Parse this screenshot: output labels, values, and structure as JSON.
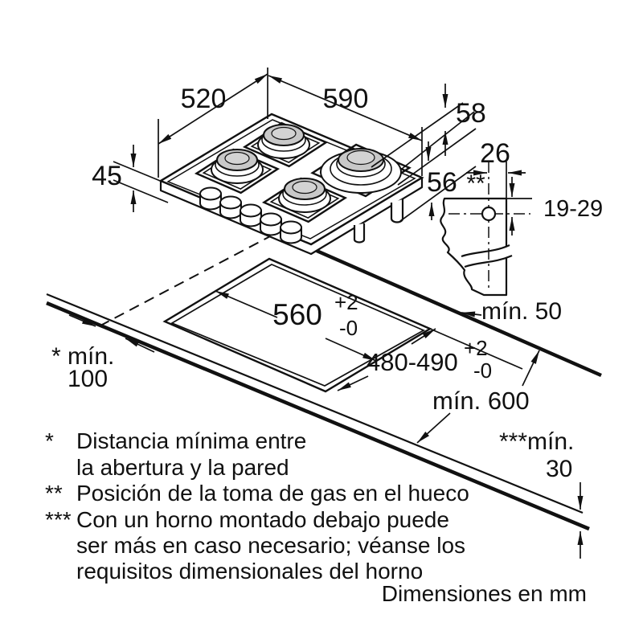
{
  "diagram": {
    "title_hidden": "",
    "hob_dims": {
      "depth": "520",
      "width": "590",
      "height_with_supports": "58",
      "body_height": "45",
      "depth_below_worktop": "56"
    },
    "gas_connection": {
      "marker": "**",
      "offset_from_edge": "26",
      "vertical_range": "19-29"
    },
    "cutout": {
      "width": "560",
      "width_tol_plus": "+2",
      "width_tol_minus": "-0",
      "depth": "480-490",
      "depth_tol_plus": "+2",
      "depth_tol_minus": "-0",
      "rear_clearance": "mín. 50",
      "side_clearance_label": "* mín.",
      "side_clearance_value": "100",
      "worktop_depth": "mín. 600",
      "worktop_thickness_label": "***mín.",
      "worktop_thickness_value": "30"
    },
    "footnotes": [
      {
        "marker": "*",
        "lines": [
          "Distancia mínima entre",
          "la abertura y la pared"
        ]
      },
      {
        "marker": "**",
        "lines": [
          "Posición de la toma de gas en el hueco"
        ]
      },
      {
        "marker": "***",
        "lines": [
          "Con un horno montado debajo puede",
          "ser más en caso necesario; véanse los",
          "requisitos dimensionales del horno"
        ]
      }
    ],
    "units_note": "Dimensiones en mm"
  }
}
